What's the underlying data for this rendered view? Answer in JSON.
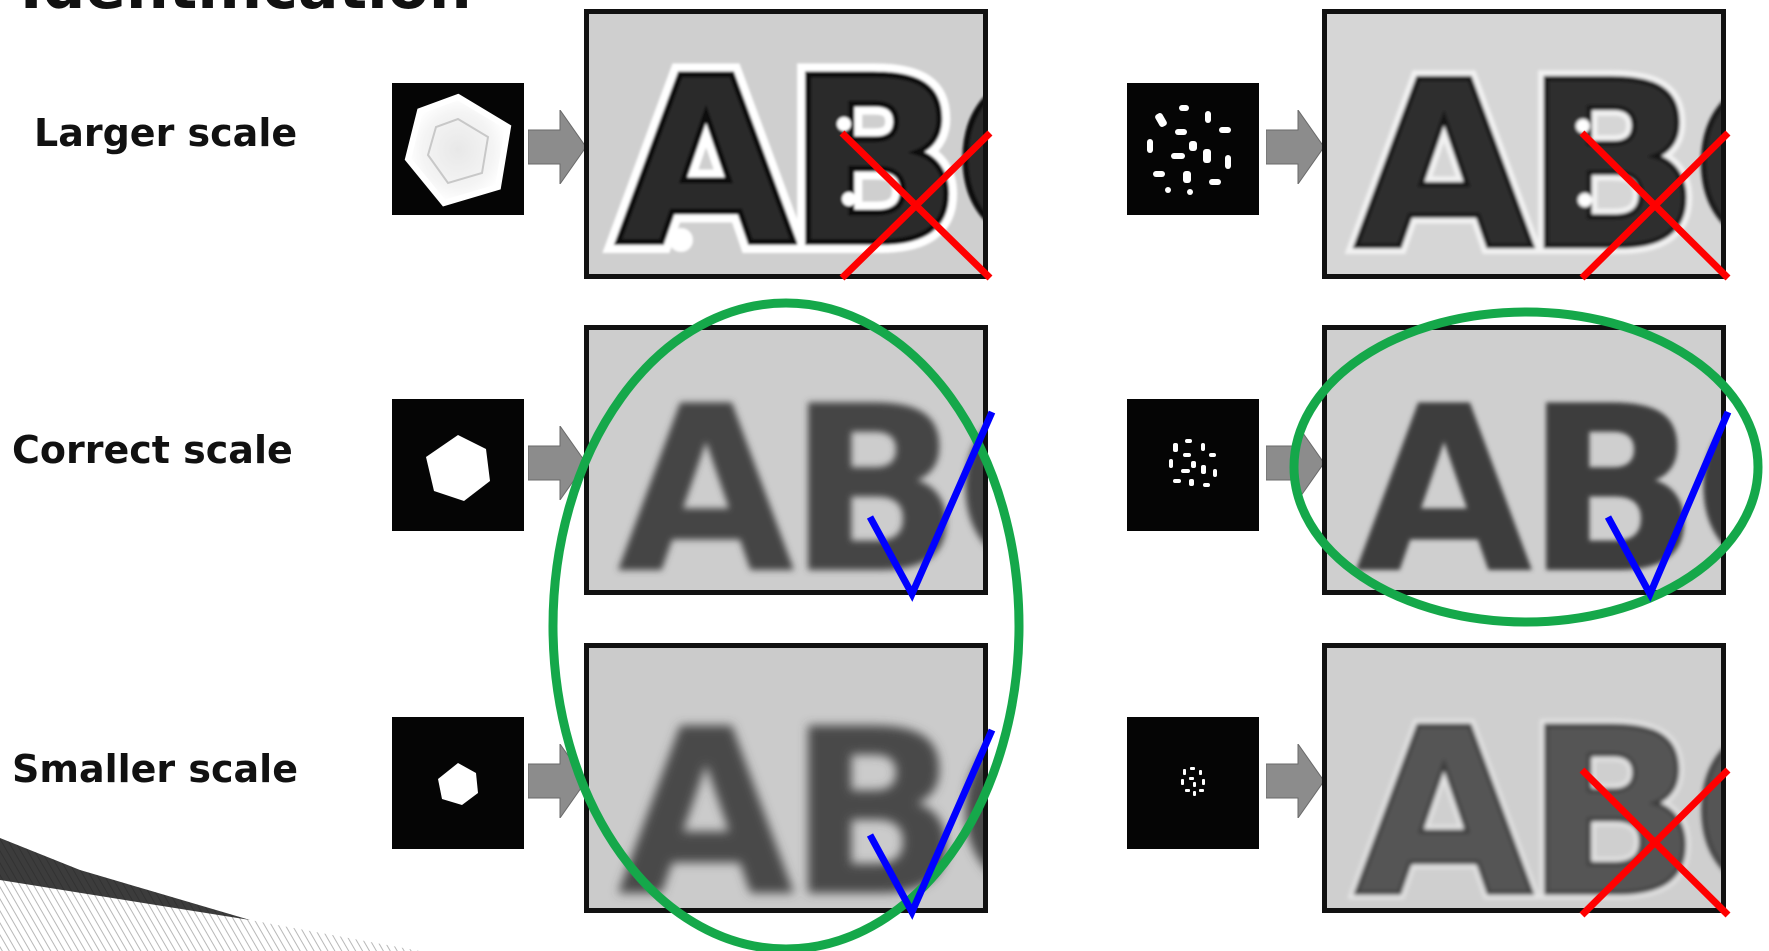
{
  "slide": {
    "title": "Identification"
  },
  "rows": [
    {
      "label": "Larger scale"
    },
    {
      "label": "Correct scale"
    },
    {
      "label": "Smaller scale"
    }
  ],
  "panel_text": {
    "letters": [
      "A",
      "B",
      "C"
    ]
  },
  "marks": {
    "cross_color": "#ff0000",
    "check_color": "#0000ff",
    "circle_color": "#15a84a"
  },
  "columns": [
    {
      "kernel_icon": "hexagon-disc-kernel-icon"
    },
    {
      "kernel_icon": "coded-aperture-kernel-icon"
    }
  ]
}
